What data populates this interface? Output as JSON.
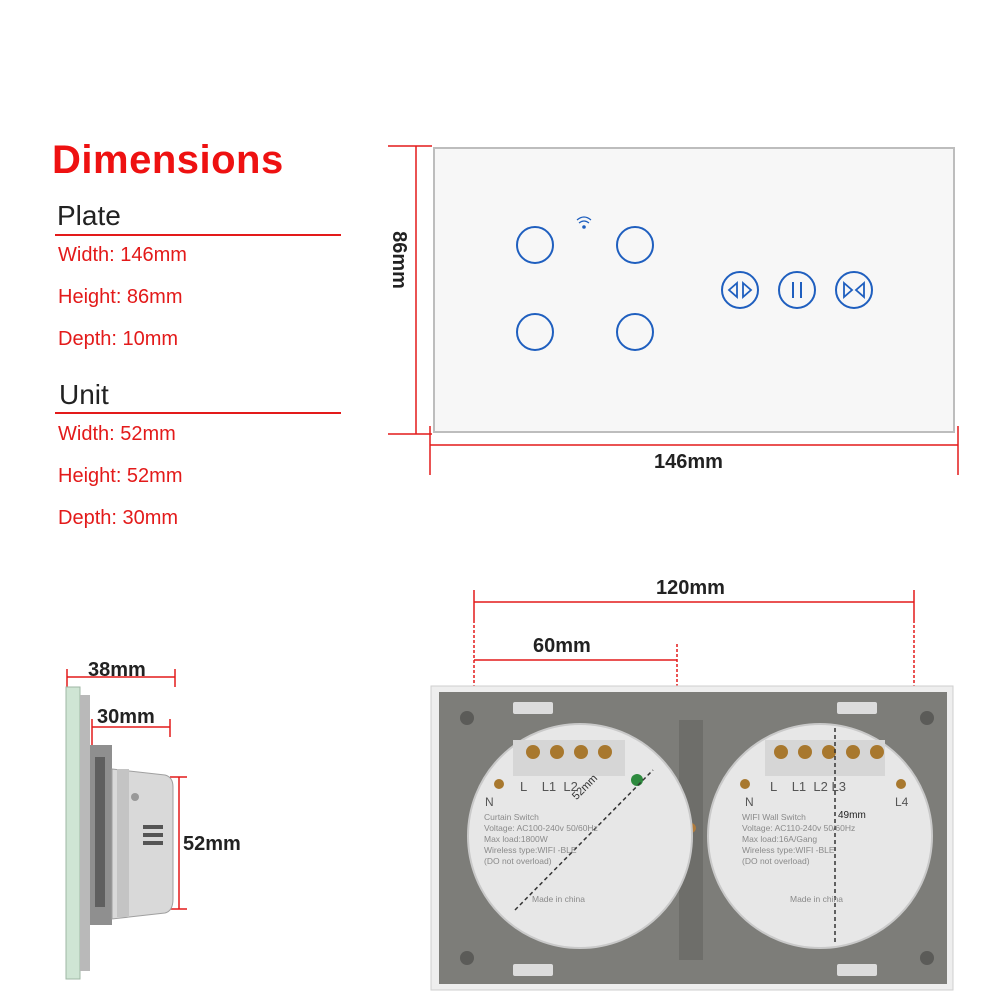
{
  "title": "Dimensions",
  "plate": {
    "heading": "Plate",
    "width": "Width:  146mm",
    "height": "Height: 86mm",
    "depth": "Depth: 10mm"
  },
  "unit": {
    "heading": "Unit",
    "width": "Width:  52mm",
    "height": "Height: 52mm",
    "depth": "Depth: 30mm"
  },
  "front_view": {
    "height_label": "86mm",
    "width_label": "146mm"
  },
  "side_view": {
    "total_depth": "38mm",
    "unit_depth": "30mm",
    "unit_height": "52mm"
  },
  "back_view": {
    "span_label": "120mm",
    "half_label": "60mm",
    "diag_label": "52mm",
    "height_label": "49mm",
    "left_module": {
      "terminals": [
        "L",
        "L1",
        "L2"
      ],
      "neutral": "N",
      "line1": "Curtain Switch",
      "line2": "Voltage: AC100-240v 50/60Hz",
      "line3": "Max load:1800W",
      "line4": "Wireless type:WIFI -BLE",
      "line5": "(DO not overload)",
      "made": "Made in china"
    },
    "right_module": {
      "terminals": [
        "L",
        "L1",
        "L2",
        "L3"
      ],
      "neutral": "N",
      "extra": "L4",
      "line1": "WIFI Wall Switch",
      "line2": "Voltage: AC110-240v 50/60Hz",
      "line3": "Max load:16A/Gang",
      "line4": "Wireless type:WIFI -BLE",
      "line5": "(DO not overload)",
      "made": "Made in china"
    }
  },
  "colors": {
    "accent": "#e31a1a",
    "button": "#1f5fbf",
    "plate": "#f7f7f7",
    "frame": "#7d7d79"
  },
  "icons": [
    "wifi-icon",
    "curtain-open-icon",
    "curtain-pause-icon",
    "curtain-close-icon"
  ]
}
